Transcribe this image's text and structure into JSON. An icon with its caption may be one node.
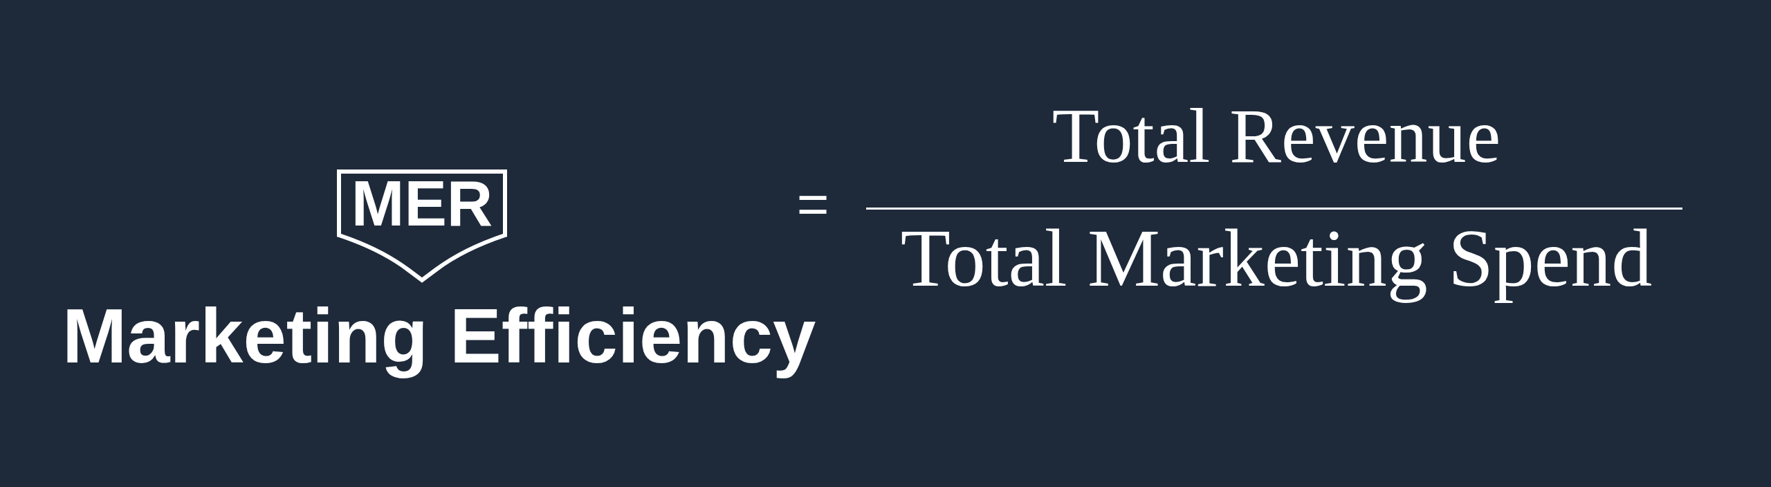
{
  "diagram": {
    "nodes": [
      {
        "text": [
          "MER"
        ]
      }
    ],
    "labels": [
      "Marketing Efficiency",
      "=",
      "Total Revenue",
      "Total Marketing Spend"
    ]
  }
}
